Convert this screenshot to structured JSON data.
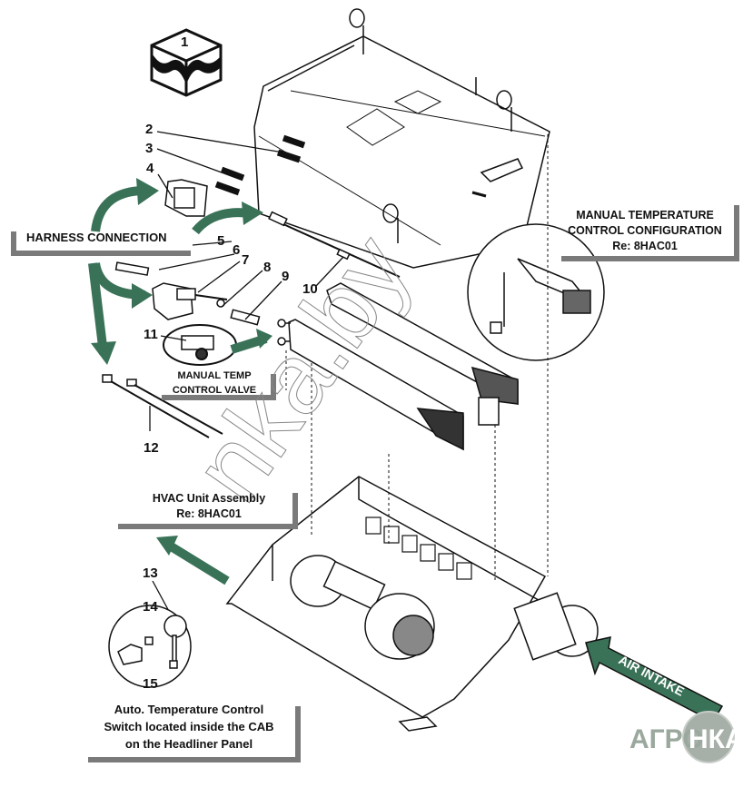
{
  "diagram": {
    "section_number": "1",
    "callouts": [
      "2",
      "3",
      "4",
      "5",
      "6",
      "7",
      "8",
      "9",
      "10",
      "11",
      "12",
      "13",
      "14",
      "15"
    ],
    "labels": {
      "harness_connection": "HARNESS CONNECTION",
      "manual_temp_config": [
        "MANUAL TEMPERATURE",
        "CONTROL CONFIGURATION",
        "Re: 8HAC01"
      ],
      "manual_temp_valve": [
        "MANUAL TEMP",
        "CONTROL VALVE"
      ],
      "hvac_unit": [
        "HVAC Unit Assembly",
        "Re: 8HAC01"
      ],
      "auto_temp_switch": [
        "Auto. Temperature Control",
        "Switch located inside the CAB",
        "on the Headliner Panel"
      ],
      "air_intake": "AIR INTAKE"
    },
    "watermarks": {
      "diagonal": "nka.by",
      "logo_left": "АГРО",
      "logo_right": "НКА"
    },
    "colors": {
      "arrow_green": "#3a7258",
      "frame_gray": "#7a7a7a",
      "line": "#111111",
      "watermark": "#9aa89e"
    }
  }
}
